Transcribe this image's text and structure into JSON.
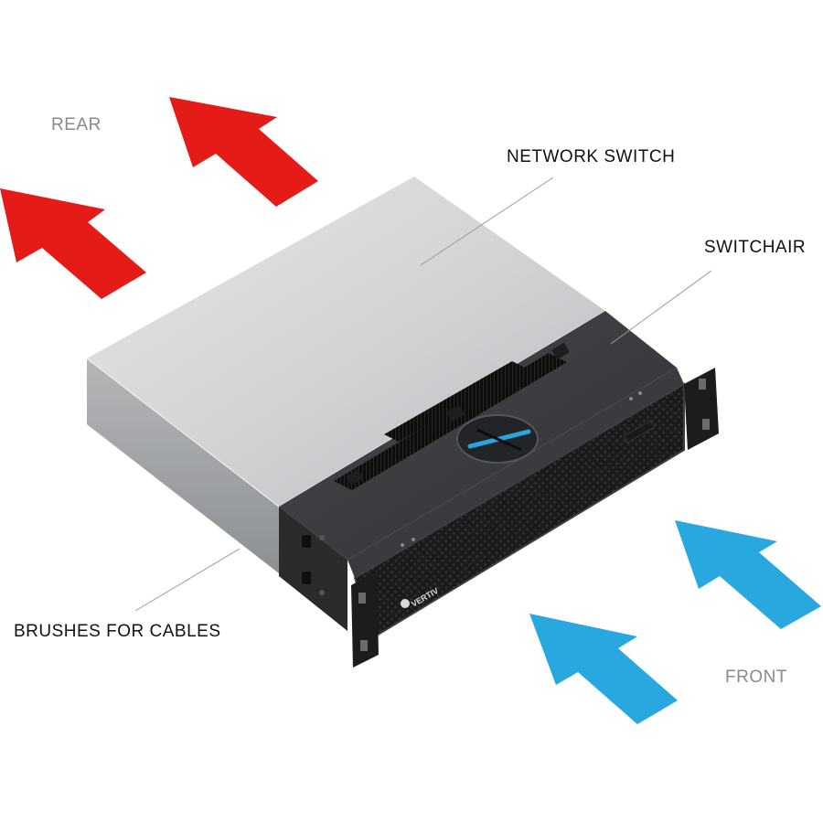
{
  "labels": {
    "rear": "REAR",
    "network_switch": "NETWORK SWITCH",
    "switchair": "SWITCHAIR",
    "brushes_for_cables": "BRUSHES FOR CABLES",
    "front": "FRONT"
  },
  "device": {
    "brand": "VERTIV"
  },
  "colors": {
    "exhaust_arrow": "#e41b17",
    "intake_arrow": "#29a8e0",
    "switch_top": "#d2d4d6",
    "unit_dark": "#2b2b2d",
    "label_dark": "#111111",
    "label_grey": "#8a8a8a",
    "leader_line": "#9a9a9a",
    "handle_accent": "#2aa6df"
  },
  "icons": {
    "rear_arrows": "arrow-up-left-icon",
    "front_arrows": "arrow-up-left-icon",
    "brand": "vertiv-logo-icon"
  }
}
